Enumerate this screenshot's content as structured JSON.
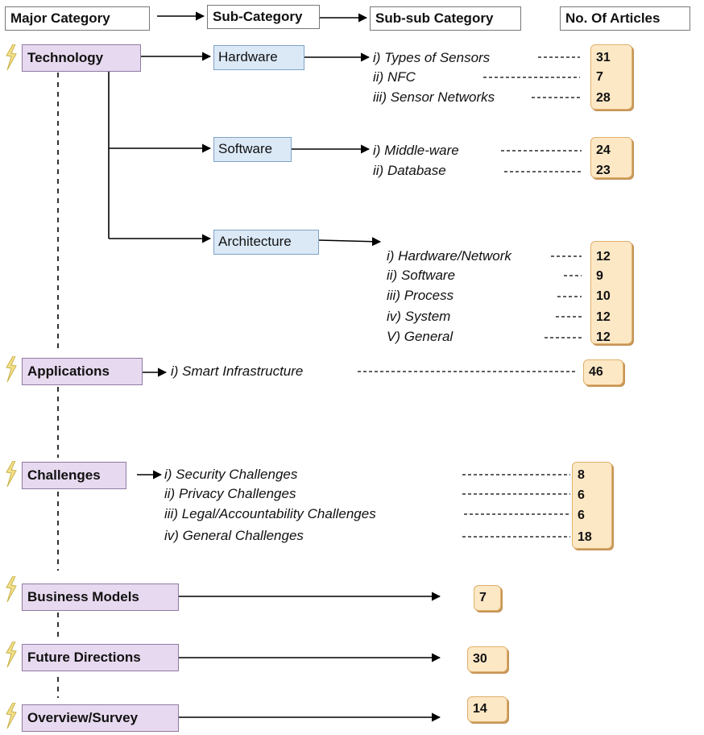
{
  "headers": {
    "major": "Major Category",
    "sub": "Sub-Category",
    "subsub": "Sub-sub Category",
    "count": "No. Of Articles"
  },
  "technology": {
    "label": "Technology",
    "hardware": {
      "label": "Hardware",
      "items": [
        "i) Types of Sensors",
        "ii) NFC",
        "iii) Sensor Networks"
      ],
      "counts": [
        "31",
        "7",
        "28"
      ]
    },
    "software": {
      "label": "Software",
      "items": [
        "i) Middle-ware",
        "ii) Database"
      ],
      "counts": [
        "24",
        "23"
      ]
    },
    "architecture": {
      "label": "Architecture",
      "items": [
        "i) Hardware/Network",
        "ii) Software",
        "iii) Process",
        "iv) System",
        "V) General"
      ],
      "counts": [
        "12",
        "9",
        "10",
        "12",
        "12"
      ]
    }
  },
  "applications": {
    "label": "Applications",
    "items": [
      "i) Smart Infrastructure"
    ],
    "counts": [
      "46"
    ]
  },
  "challenges": {
    "label": "Challenges",
    "items": [
      "i) Security Challenges",
      "ii) Privacy Challenges",
      "iii) Legal/Accountability Challenges",
      "iv) General Challenges"
    ],
    "counts": [
      "8",
      "6",
      "6",
      "18"
    ]
  },
  "business_models": {
    "label": "Business Models",
    "count": "7"
  },
  "future_directions": {
    "label": "Future Directions",
    "count": "30"
  },
  "overview_survey": {
    "label": "Overview/Survey",
    "count": "14"
  },
  "colors": {
    "major_fill": "#e7d9ef",
    "sub_fill": "#dbe9f7",
    "count_fill": "#fde8c6",
    "bolt": "#f3df8a"
  }
}
